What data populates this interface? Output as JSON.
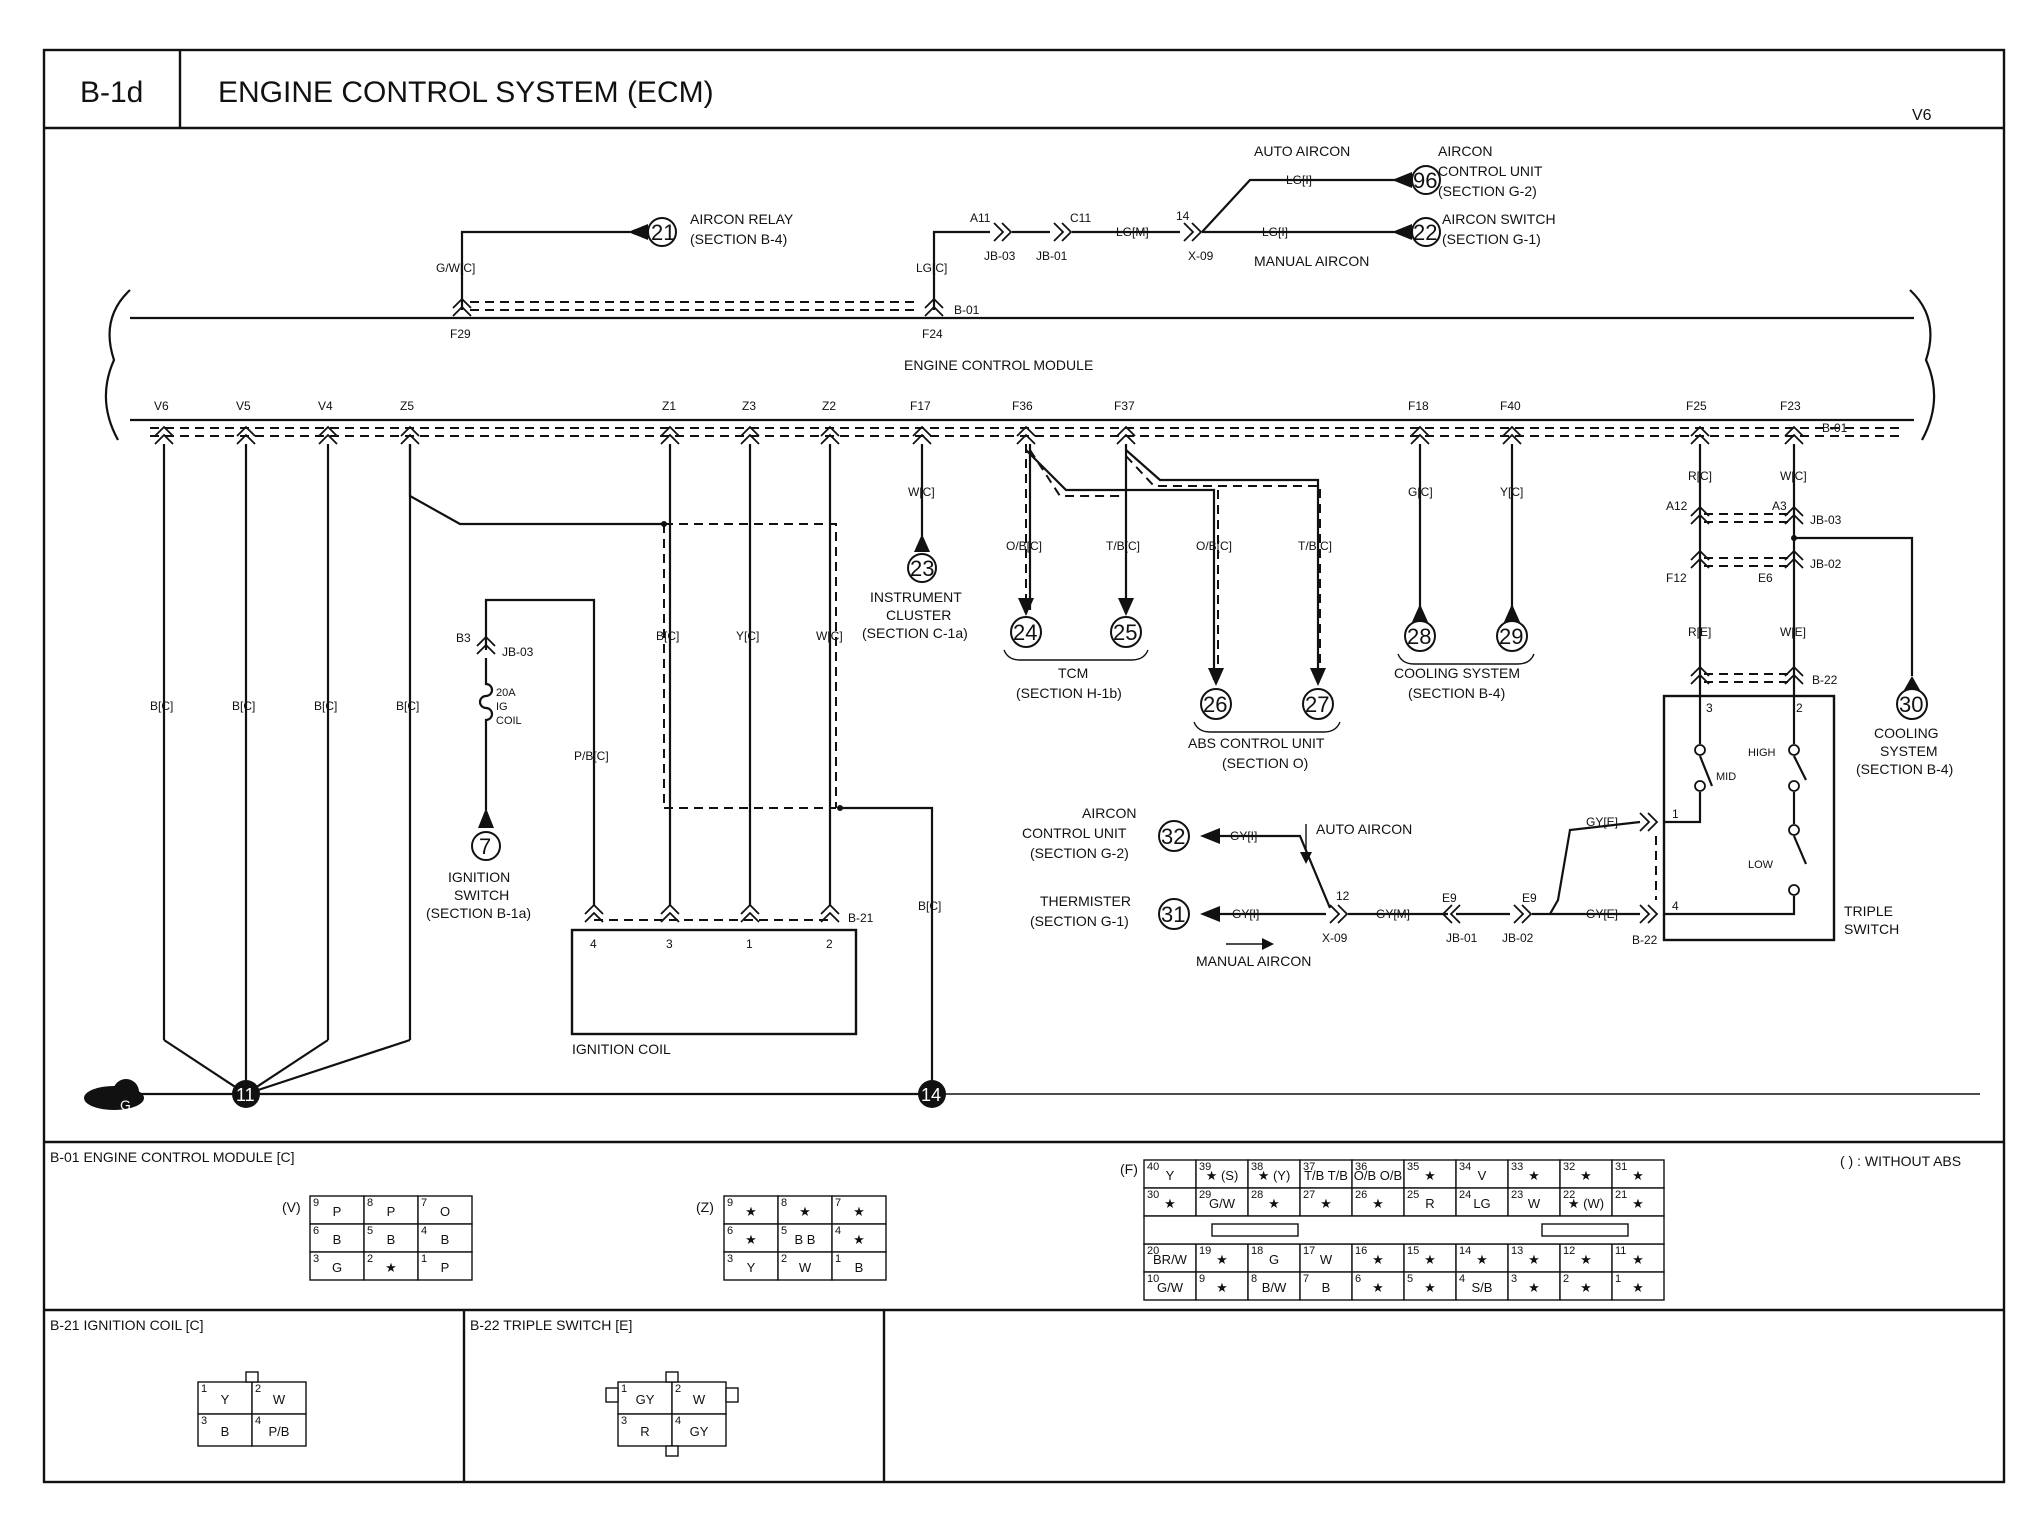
{
  "header": {
    "code": "B-1d",
    "title": "ENGINE CONTROL SYSTEM (ECM)",
    "variant": "V6"
  },
  "module": {
    "name": "ENGINE CONTROL MODULE",
    "conn_top": "B-01",
    "conn_bottom": "B-01"
  },
  "top": {
    "f29_wire": "G/W[C]",
    "f29_pin": "F29",
    "relay_num": "21",
    "relay_name": "AIRCON RELAY",
    "relay_sec": "(SECTION B-4)",
    "f24_wire": "LG[C]",
    "f24_pin": "F24",
    "a11": "A11",
    "jb03": "JB-03",
    "c11": "C11",
    "jb01": "JB-01",
    "lgm": "LG[M]",
    "p14": "14",
    "x09": "X-09",
    "auto": "AUTO AIRCON",
    "manual": "MANUAL AIRCON",
    "lgi1": "LG[I]",
    "lgi2": "LG[I]",
    "acu_num": "96",
    "acu1": "AIRCON",
    "acu2": "CONTROL UNIT",
    "acu3": "(SECTION G-2)",
    "asw_num": "22",
    "asw1": "AIRCON SWITCH",
    "asw2": "(SECTION G-1)"
  },
  "pins": {
    "v6": "V6",
    "v5": "V5",
    "v4": "V4",
    "z5": "Z5",
    "z1": "Z1",
    "z3": "Z3",
    "z2": "Z2",
    "f17": "F17",
    "f36": "F36",
    "f37": "F37",
    "f18": "F18",
    "f40": "F40",
    "f25": "F25",
    "f23": "F23"
  },
  "wires": {
    "bc": "B[C]",
    "yc": "Y[C]",
    "wc": "W[C]",
    "pbc": "P/B[C]",
    "obc": "O/B[C]",
    "tbc": "T/B[C]",
    "gc": "G[C]",
    "rc": "R[C]",
    "re": "R[E]",
    "we": "W[E]",
    "gyi": "GY[I]",
    "gym": "GY[M]",
    "gye": "GY[E]"
  },
  "left": {
    "b3": "B3",
    "jb03": "JB-03",
    "fuse1": "20A",
    "fuse2": "IG",
    "fuse3": "COIL",
    "sw_num": "7",
    "sw1": "IGNITION",
    "sw2": "SWITCH",
    "sw3": "(SECTION B-1a)",
    "coil_name": "IGNITION COIL",
    "b21": "B-21",
    "cp4": "4",
    "cp3": "3",
    "cp1": "1",
    "cp2": "2"
  },
  "mid": {
    "ic_num": "23",
    "ic1": "INSTRUMENT",
    "ic2": "CLUSTER",
    "ic3": "(SECTION C-1a)",
    "tcm_a": "24",
    "tcm_b": "25",
    "tcm1": "TCM",
    "tcm2": "(SECTION H-1b)",
    "abs_a": "26",
    "abs_b": "27",
    "abs1": "ABS CONTROL UNIT",
    "abs2": "(SECTION O)",
    "cool_a": "28",
    "cool_b": "29",
    "cool1": "COOLING SYSTEM",
    "cool2": "(SECTION B-4)",
    "g11": "11",
    "g14": "14",
    "gnd": "G"
  },
  "right": {
    "a12": "A12",
    "a3": "A3",
    "jb03": "JB-03",
    "f12": "F12",
    "e6": "E6",
    "jb02": "JB-02",
    "b22": "B-22",
    "c30": "30",
    "c30_1": "COOLING",
    "c30_2": "SYSTEM",
    "c30_3": "(SECTION B-4)",
    "ts1": "TRIPLE",
    "ts2": "SWITCH",
    "high": "HIGH",
    "mid": "MID",
    "low": "LOW",
    "p3": "3",
    "p2": "2",
    "p1": "1",
    "p4": "4",
    "acu32": "32",
    "acu32_1": "AIRCON",
    "acu32_2": "CONTROL UNIT",
    "acu32_3": "(SECTION G-2)",
    "th31": "31",
    "th1": "THERMISTER",
    "th2": "(SECTION G-1)",
    "auto": "AUTO AIRCON",
    "manual": "MANUAL AIRCON",
    "x09": "X-09",
    "p12": "12",
    "e9a": "E9",
    "e9b": "E9",
    "jb01": "JB-01",
    "b22b": "B-22"
  },
  "connectors": {
    "b01_title": "B-01 ENGINE CONTROL MODULE [C]",
    "without_abs": "( ) : WITHOUT ABS",
    "v_label": "(V)",
    "z_label": "(Z)",
    "f_label": "(F)",
    "v_cells": [
      {
        "n": "9",
        "t": "P"
      },
      {
        "n": "8",
        "t": "P"
      },
      {
        "n": "7",
        "t": "O"
      },
      {
        "n": "6",
        "t": "B"
      },
      {
        "n": "5",
        "t": "B"
      },
      {
        "n": "4",
        "t": "B"
      },
      {
        "n": "3",
        "t": "G"
      },
      {
        "n": "2",
        "t": "★"
      },
      {
        "n": "1",
        "t": "P"
      }
    ],
    "z_cells": [
      {
        "n": "9",
        "t": "★"
      },
      {
        "n": "8",
        "t": "★"
      },
      {
        "n": "7",
        "t": "★"
      },
      {
        "n": "6",
        "t": "★"
      },
      {
        "n": "5",
        "t": "B B"
      },
      {
        "n": "4",
        "t": "★"
      },
      {
        "n": "3",
        "t": "Y"
      },
      {
        "n": "2",
        "t": "W"
      },
      {
        "n": "1",
        "t": "B"
      }
    ],
    "f_row1": [
      {
        "n": "40",
        "t": "Y"
      },
      {
        "n": "39",
        "t": "★ (S)"
      },
      {
        "n": "38",
        "t": "★ (Y)"
      },
      {
        "n": "37",
        "t": "T/B T/B"
      },
      {
        "n": "36",
        "t": "O/B O/B"
      },
      {
        "n": "35",
        "t": "★"
      },
      {
        "n": "34",
        "t": "V"
      },
      {
        "n": "33",
        "t": "★"
      },
      {
        "n": "32",
        "t": "★"
      },
      {
        "n": "31",
        "t": "★"
      }
    ],
    "f_row2": [
      {
        "n": "30",
        "t": "★"
      },
      {
        "n": "29",
        "t": "G/W"
      },
      {
        "n": "28",
        "t": "★"
      },
      {
        "n": "27",
        "t": "★"
      },
      {
        "n": "26",
        "t": "★"
      },
      {
        "n": "25",
        "t": "R"
      },
      {
        "n": "24",
        "t": "LG"
      },
      {
        "n": "23",
        "t": "W"
      },
      {
        "n": "22",
        "t": "★ (W)"
      },
      {
        "n": "21",
        "t": "★"
      }
    ],
    "f_row3": [
      {
        "n": "20",
        "t": "BR/W"
      },
      {
        "n": "19",
        "t": "★"
      },
      {
        "n": "18",
        "t": "G"
      },
      {
        "n": "17",
        "t": "W"
      },
      {
        "n": "16",
        "t": "★"
      },
      {
        "n": "15",
        "t": "★"
      },
      {
        "n": "14",
        "t": "★"
      },
      {
        "n": "13",
        "t": "★"
      },
      {
        "n": "12",
        "t": "★"
      },
      {
        "n": "11",
        "t": "★"
      }
    ],
    "f_row4": [
      {
        "n": "10",
        "t": "G/W"
      },
      {
        "n": "9",
        "t": "★"
      },
      {
        "n": "8",
        "t": "B/W"
      },
      {
        "n": "7",
        "t": "B"
      },
      {
        "n": "6",
        "t": "★"
      },
      {
        "n": "5",
        "t": "★"
      },
      {
        "n": "4",
        "t": "S/B"
      },
      {
        "n": "3",
        "t": "★"
      },
      {
        "n": "2",
        "t": "★"
      },
      {
        "n": "1",
        "t": "★"
      }
    ],
    "b21_title": "B-21 IGNITION COIL [C]",
    "b21_cells": [
      {
        "n": "1",
        "t": "Y"
      },
      {
        "n": "2",
        "t": "W"
      },
      {
        "n": "3",
        "t": "B"
      },
      {
        "n": "4",
        "t": "P/B"
      }
    ],
    "b22_title": "B-22 TRIPLE SWITCH [E]",
    "b22_cells": [
      {
        "n": "1",
        "t": "GY"
      },
      {
        "n": "2",
        "t": "W"
      },
      {
        "n": "3",
        "t": "R"
      },
      {
        "n": "4",
        "t": "GY"
      }
    ]
  }
}
